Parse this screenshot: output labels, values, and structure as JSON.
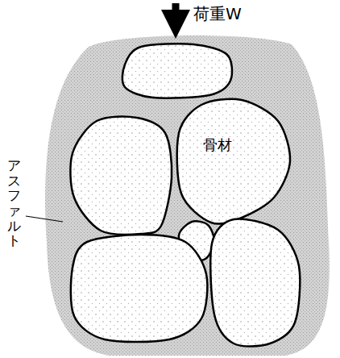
{
  "diagram": {
    "labels": [
      "荷重W",
      "骨材",
      "アスファルト"
    ]
  }
}
